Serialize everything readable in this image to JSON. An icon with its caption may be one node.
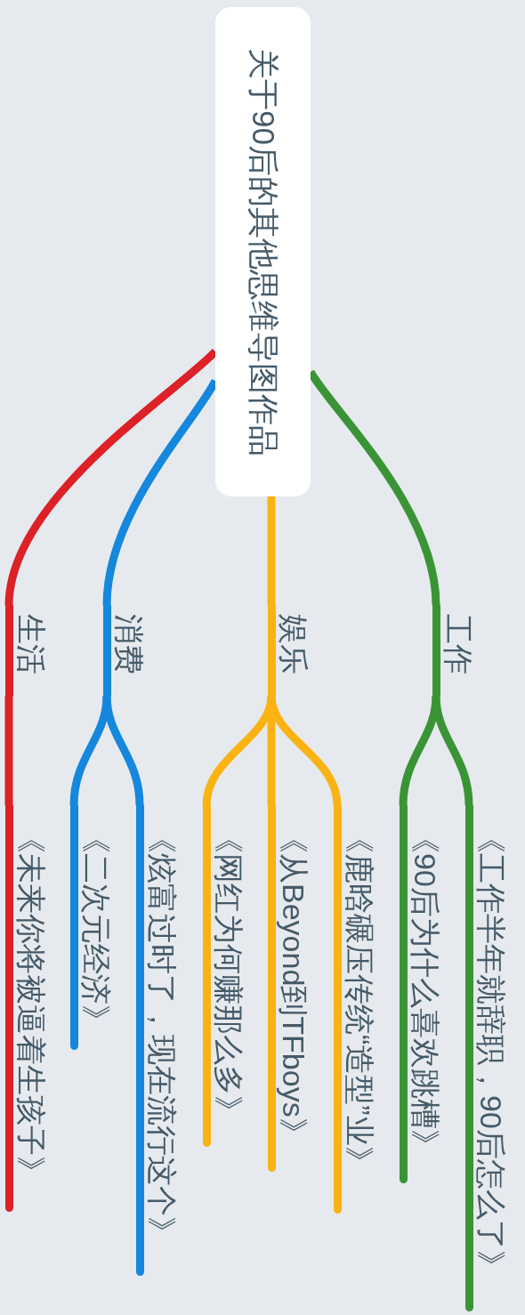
{
  "diagram": {
    "nodes": [
      {
        "text": [
          "关于90后的其他思维导图作品"
        ]
      },
      {
        "text": [
          "生活"
        ]
      },
      {
        "text": [
          "消费"
        ]
      },
      {
        "text": [
          "娱乐"
        ]
      },
      {
        "text": [
          "工作"
        ]
      },
      {
        "text": [
          "《未来你将被逼着生孩子》"
        ]
      },
      {
        "text": [
          "《二次元经济》"
        ]
      },
      {
        "text": [
          "《炫富过时了，现在流行这个》"
        ]
      },
      {
        "text": [
          "《网红为何赚那么多》"
        ]
      },
      {
        "text": [
          "《从Beyond到TFboys》"
        ]
      },
      {
        "text": [
          "《鹿晗碾压传统“造型”业》"
        ]
      },
      {
        "text": [
          "《90后为什么喜欢跳槽》"
        ]
      },
      {
        "text": [
          "《工作半年就辞职，90后怎么了》"
        ]
      }
    ],
    "edges": [
      {
        "from": 0,
        "to": 1,
        "arrow": "none",
        "color": "#dc2127"
      },
      {
        "from": 0,
        "to": 2,
        "arrow": "none",
        "color": "#1587dd"
      },
      {
        "from": 0,
        "to": 3,
        "arrow": "none",
        "color": "#fbb313"
      },
      {
        "from": 0,
        "to": 4,
        "arrow": "none",
        "color": "#3a9436"
      },
      {
        "from": 1,
        "to": 5,
        "arrow": "none",
        "color": "#dc2127"
      },
      {
        "from": 2,
        "to": 6,
        "arrow": "none",
        "color": "#1587dd"
      },
      {
        "from": 2,
        "to": 7,
        "arrow": "none",
        "color": "#1587dd"
      },
      {
        "from": 3,
        "to": 8,
        "arrow": "none",
        "color": "#fbb313"
      },
      {
        "from": 3,
        "to": 9,
        "arrow": "none",
        "color": "#fbb313"
      },
      {
        "from": 3,
        "to": 10,
        "arrow": "none",
        "color": "#fbb313"
      },
      {
        "from": 4,
        "to": 11,
        "arrow": "none",
        "color": "#3a9436"
      },
      {
        "from": 4,
        "to": 12,
        "arrow": "none",
        "color": "#3a9436"
      }
    ]
  }
}
